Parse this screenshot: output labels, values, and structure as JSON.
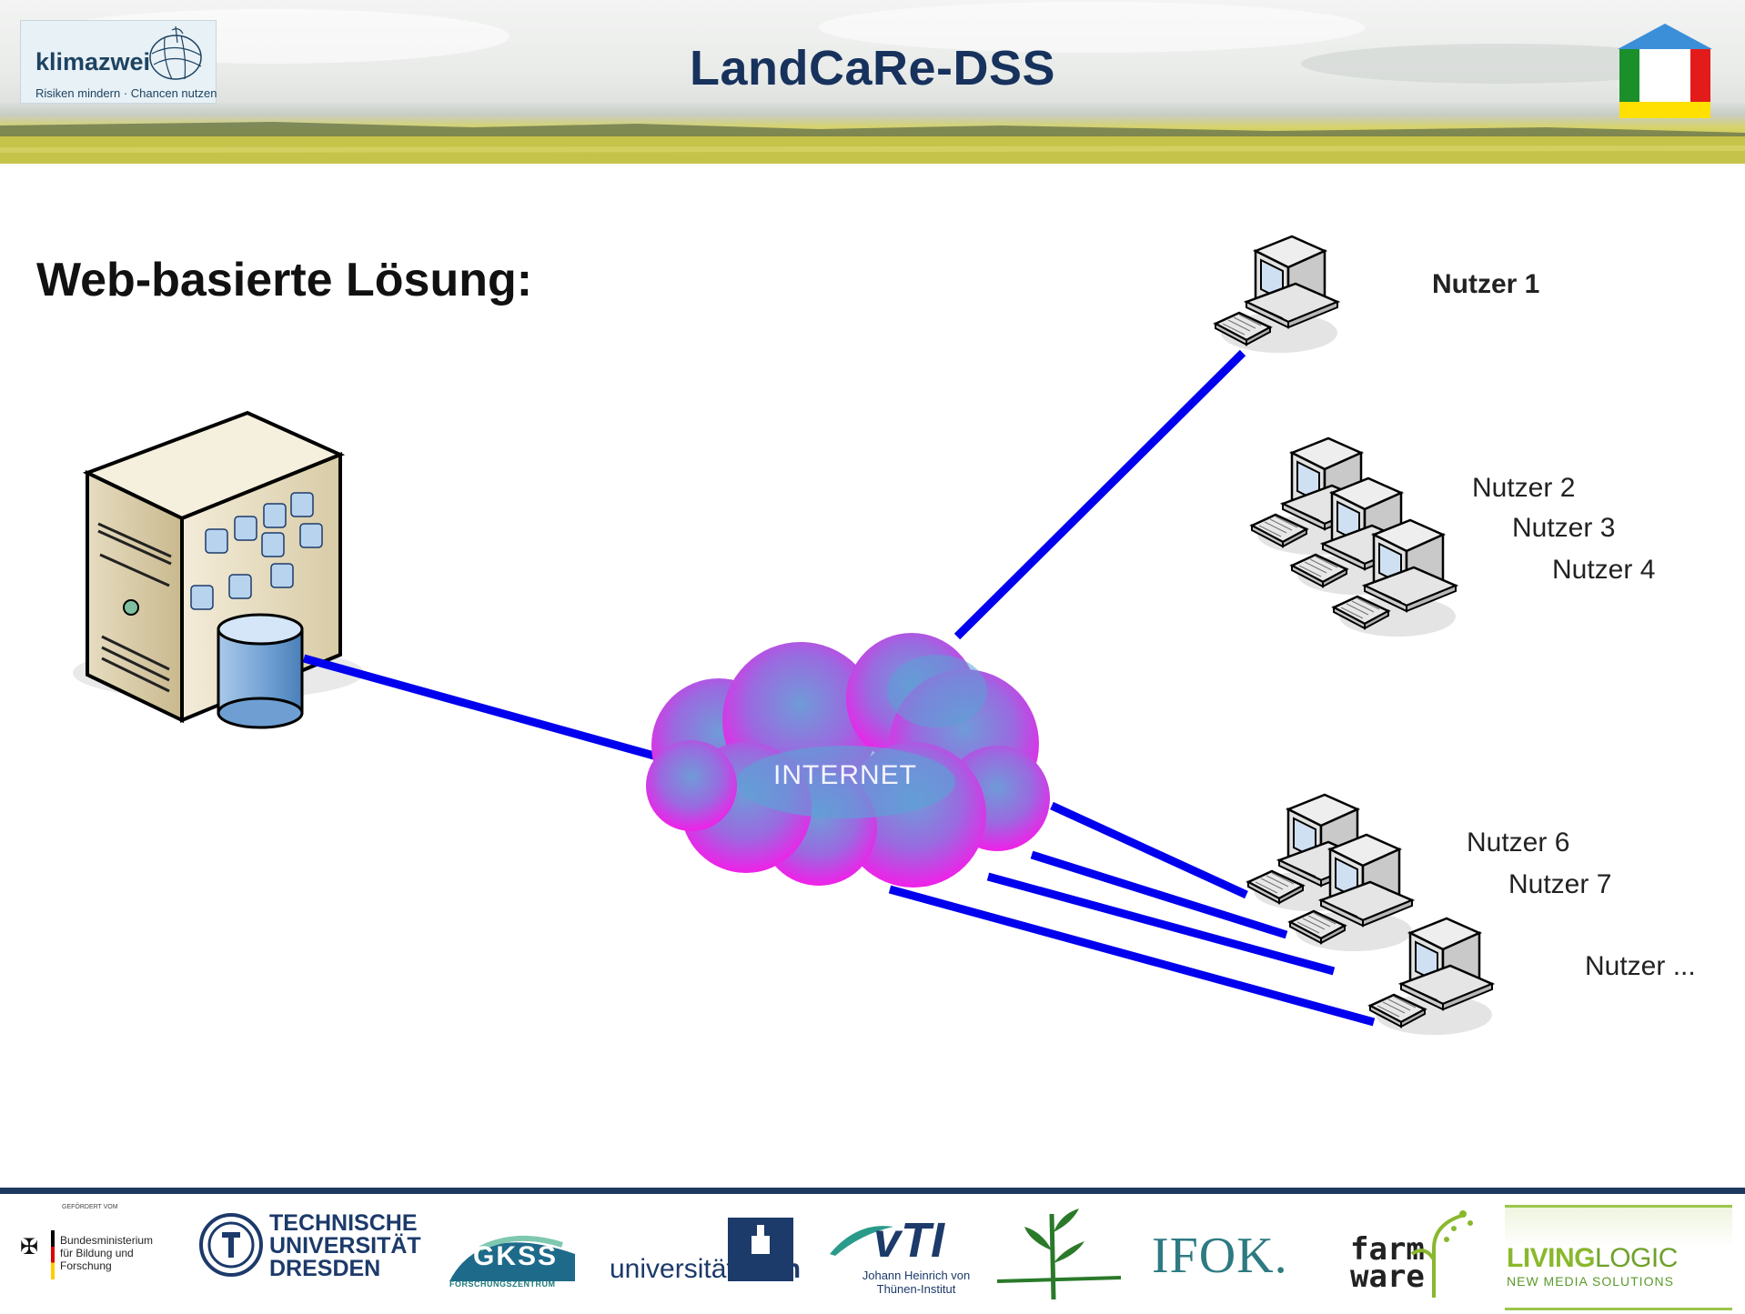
{
  "header": {
    "title": "LandCaRe-DSS",
    "left_logo": {
      "name": "klimazwei",
      "tagline": "Risiken mindern · Chancen nutzen"
    },
    "right_logo_colors": [
      "#3b8fd9",
      "#1b8f2a",
      "#e31b1b",
      "#ffe000"
    ]
  },
  "slide": {
    "title": "Web-basierte Lösung:"
  },
  "diagram": {
    "internet_label": "INTERNET",
    "link_color": "#0000ee",
    "users": [
      {
        "label": "Nutzer 1"
      },
      {
        "label": "Nutzer 2"
      },
      {
        "label": "Nutzer 3"
      },
      {
        "label": "Nutzer 4"
      },
      {
        "label": "Nutzer 6"
      },
      {
        "label": "Nutzer 7"
      },
      {
        "label": "Nutzer ..."
      }
    ]
  },
  "footer": {
    "sponsors": {
      "bmbf_caption": "GEFÖRDERT VOM",
      "bmbf": "Bundesministerium für Bildung und Forschung",
      "tud": "TECHNISCHE UNIVERSITÄT DRESDEN",
      "gkss": "GKSS",
      "gkss_sub": "FORSCHUNGSZENTRUM",
      "bonn_prefix": "universität",
      "bonn_strong": "bonn",
      "vti": "vTI",
      "vti_sub": "Johann Heinrich von Thünen-Institut",
      "ifok": "IFOK.",
      "farmware": "farm ware",
      "living": "LIVING",
      "living_logic": "LOGIC",
      "living_sub": "NEW MEDIA SOLUTIONS"
    }
  }
}
